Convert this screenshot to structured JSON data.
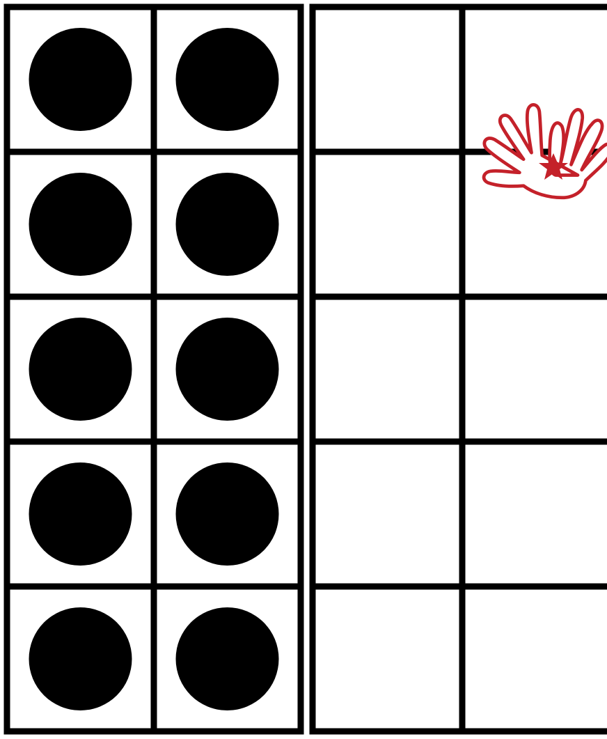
{
  "colors": {
    "background": "#ffffff",
    "grid_line": "#000000",
    "counter": "#000000",
    "hand_fill": "#ffffff",
    "hand_outline": "#c4212a",
    "hand_star": "#c4212a"
  },
  "frames": [
    {
      "name": "left-frame",
      "rows": 5,
      "cols": 2,
      "filled": [
        [
          true,
          true
        ],
        [
          true,
          true
        ],
        [
          true,
          true
        ],
        [
          true,
          true
        ],
        [
          true,
          true
        ]
      ]
    },
    {
      "name": "right-frame",
      "rows": 5,
      "cols": 2,
      "filled": [
        [
          false,
          false
        ],
        [
          false,
          false
        ],
        [
          false,
          false
        ],
        [
          false,
          false
        ],
        [
          false,
          false
        ]
      ]
    }
  ],
  "icons": {
    "hand": "white-glove-hand-icon",
    "star": "star-icon"
  }
}
